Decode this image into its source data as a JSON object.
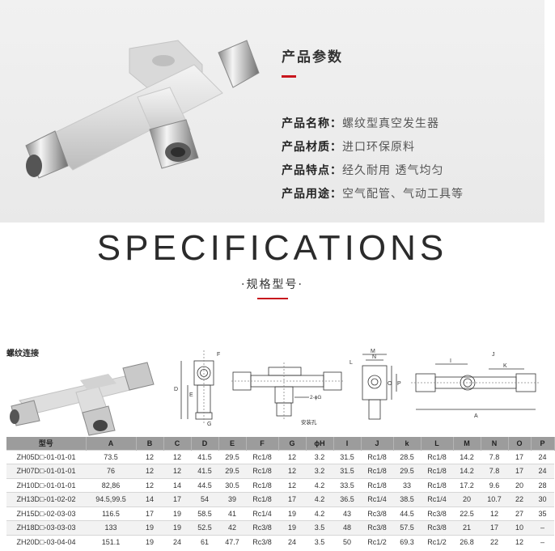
{
  "params": {
    "title": "产品参数",
    "rows": [
      {
        "label": "产品名称：",
        "value": "螺纹型真空发生器"
      },
      {
        "label": "产品材质：",
        "value": "进口环保原料"
      },
      {
        "label": "产品特点：",
        "value": "经久耐用 透气均匀"
      },
      {
        "label": "产品用途：",
        "value": "空气配管、气动工具等"
      }
    ]
  },
  "spec": {
    "title": "SPECIFICATIONS",
    "subtitle": "·规格型号·"
  },
  "drawing": {
    "label": "螺纹连接",
    "dims": {
      "F": "F",
      "D": "D",
      "E": "E",
      "G": "G",
      "hole_count": "2-ϕG",
      "hole_label": "安装孔",
      "L": "L",
      "M": "M",
      "N": "N",
      "O": "O",
      "P": "P",
      "I": "I",
      "J": "J",
      "K": "K",
      "A": "A"
    }
  },
  "table": {
    "headers": [
      "型号",
      "A",
      "B",
      "C",
      "D",
      "E",
      "F",
      "G",
      "ϕH",
      "I",
      "J",
      "k",
      "L",
      "M",
      "N",
      "O",
      "P"
    ],
    "rows": [
      [
        "ZH05D□-01-01-01",
        "73.5",
        "12",
        "12",
        "41.5",
        "29.5",
        "Rc1/8",
        "12",
        "3.2",
        "31.5",
        "Rc1/8",
        "28.5",
        "Rc1/8",
        "14.2",
        "7.8",
        "17",
        "24"
      ],
      [
        "ZH07D□-01-01-01",
        "76",
        "12",
        "12",
        "41.5",
        "29.5",
        "Rc1/8",
        "12",
        "3.2",
        "31.5",
        "Rc1/8",
        "29.5",
        "Rc1/8",
        "14.2",
        "7.8",
        "17",
        "24"
      ],
      [
        "ZH10D□-01-01-01",
        "82,86",
        "12",
        "14",
        "44.5",
        "30.5",
        "Rc1/8",
        "12",
        "4.2",
        "33.5",
        "Rc1/8",
        "33",
        "Rc1/8",
        "17.2",
        "9.6",
        "20",
        "28"
      ],
      [
        "ZH13D□-01-02-02",
        "94.5,99.5",
        "14",
        "17",
        "54",
        "39",
        "Rc1/8",
        "17",
        "4.2",
        "36.5",
        "Rc1/4",
        "38.5",
        "Rc1/4",
        "20",
        "10.7",
        "22",
        "30"
      ],
      [
        "ZH15D□-02-03-03",
        "116.5",
        "17",
        "19",
        "58.5",
        "41",
        "Rc1/4",
        "19",
        "4.2",
        "43",
        "Rc3/8",
        "44.5",
        "Rc3/8",
        "22.5",
        "12",
        "27",
        "35"
      ],
      [
        "ZH18D□-03-03-03",
        "133",
        "19",
        "19",
        "52.5",
        "42",
        "Rc3/8",
        "19",
        "3.5",
        "48",
        "Rc3/8",
        "57.5",
        "Rc3/8",
        "21",
        "17",
        "10",
        "–"
      ],
      [
        "ZH20D□-03-04-04",
        "151.1",
        "19",
        "24",
        "61",
        "47.7",
        "Rc3/8",
        "24",
        "3.5",
        "50",
        "Rc1/2",
        "69.3",
        "Rc1/2",
        "26.8",
        "22",
        "12",
        "–"
      ]
    ]
  }
}
